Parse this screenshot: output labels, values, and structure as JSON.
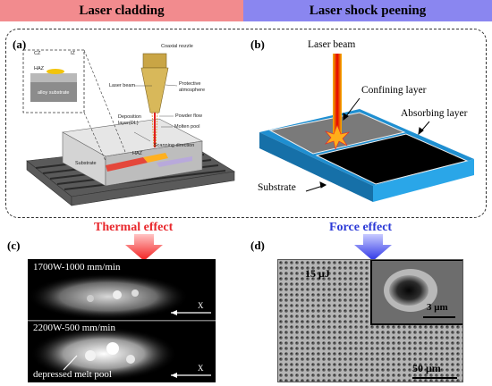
{
  "header": {
    "left_title": "Laser cladding",
    "right_title": "Laser shock peening"
  },
  "panels": {
    "a": {
      "label": "(a)",
      "inset": {
        "cz": "CZ",
        "iz": "IZ",
        "haz": "HAZ",
        "substrate": "alloy substrate"
      },
      "labels": {
        "coaxial_nozzle": "Coaxial nozzle",
        "laser_beam": "Laser beam",
        "protective_line1": "Protective",
        "protective_line2": "atmosphere",
        "powder_flow": "Powder flow",
        "deposition_line1": "Deposition",
        "deposition_line2": "layer(DL)",
        "molten_pool": "Molten pool",
        "haz": "HAZ",
        "scanning": "Scanning direction",
        "substrate": "Substrate"
      }
    },
    "b": {
      "label": "(b)",
      "labels": {
        "laser_beam": "Laser beam",
        "confining": "Confining layer",
        "absorbing": "Absorbing layer",
        "substrate": "Substrate"
      }
    },
    "c": {
      "label": "(c)",
      "effect": "Thermal effect",
      "top_caption": "1700W-1000 mm/min",
      "bottom_caption": "2200W-500 mm/min",
      "melt_pool": "depressed melt pool",
      "axis_top": "X",
      "axis_bottom": "X"
    },
    "d": {
      "label": "(d)",
      "effect": "Force effect",
      "energy": "15 μJ",
      "inset_scale": "3 μm",
      "scale": "50 μm"
    }
  },
  "colors": {
    "header_left": "#f28b8e",
    "header_right": "#8a86f0",
    "thermal": "#e8262b",
    "force": "#2c3ad6"
  }
}
